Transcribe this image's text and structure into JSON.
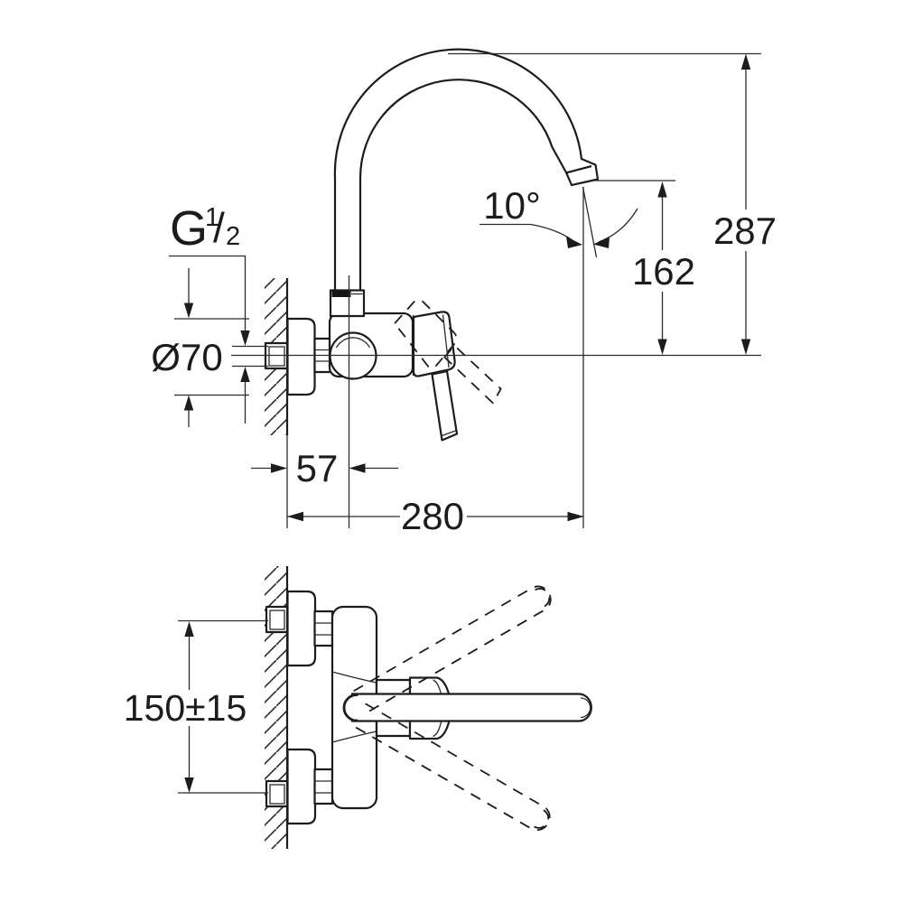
{
  "drawing": {
    "type": "technical drawing, wall-mounted single-lever sink mixer with high swivel spout",
    "colors": {
      "ink": "#1c1c1c",
      "background": "#ffffff"
    }
  },
  "side_view": {
    "labels": {
      "thread_g": "G",
      "thread_sup": "1",
      "thread_slash": "/",
      "thread_sub": "2",
      "flange_diameter": "Ø70",
      "wall_to_axis": "57",
      "wall_to_spout_tip": "280",
      "spout_tilt_angle": "10°",
      "spout_outlet_height": "162",
      "overall_height": "287"
    }
  },
  "plan_view": {
    "labels": {
      "inlet_spacing": "150±15"
    }
  }
}
